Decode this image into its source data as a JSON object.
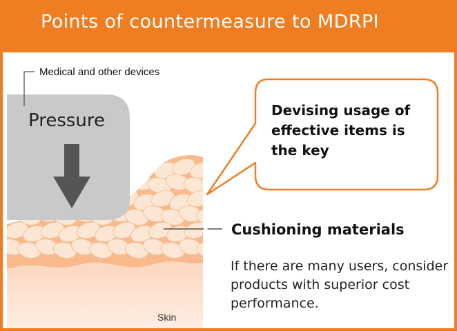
{
  "header": {
    "title": "Points of countermeasure to MDRPI"
  },
  "labels": {
    "devices": "Medical and other devices",
    "pressure": "Pressure",
    "skin": "Skin"
  },
  "callout": {
    "text": "Devising usage of effective items is the key"
  },
  "cushioning": {
    "heading": "Cushioning materials",
    "note": "If there are many users, consider products with superior cost performance."
  },
  "colors": {
    "accent": "#ef7d22",
    "device_gray": "#c7c9cb",
    "arrow": "#555555",
    "cushion_peach": "#f8b98c",
    "cushion_pad": "#fbe7d3",
    "skin": "#fbd9c3"
  },
  "icons": {
    "pressure_arrow": "arrow-down-icon"
  }
}
